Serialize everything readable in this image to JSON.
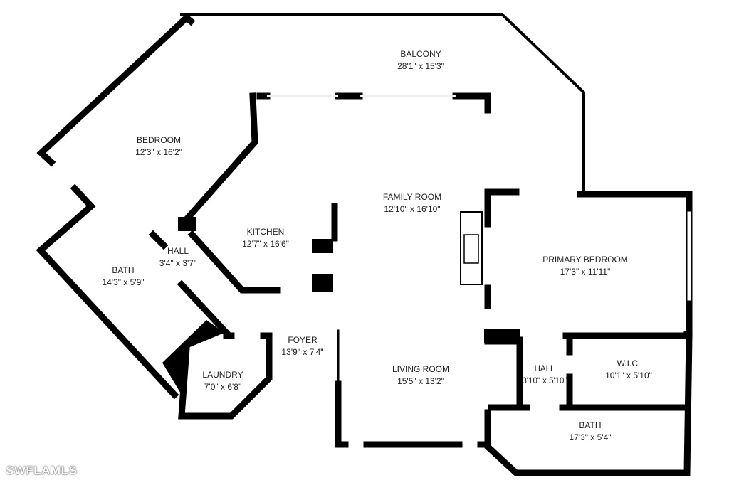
{
  "rooms": [
    {
      "name": "BALCONY",
      "size": "28'1\" x 15'3\""
    },
    {
      "name": "BEDROOM",
      "size": "12'3\" x 16'2\""
    },
    {
      "name": "FAMILY ROOM",
      "size": "12'10\" x 16'10\""
    },
    {
      "name": "KITCHEN",
      "size": "12'7\" x 16'6\""
    },
    {
      "name": "HALL",
      "size": "3'4\" x 3'7\""
    },
    {
      "name": "BATH",
      "size": "14'3\" x 5'9\""
    },
    {
      "name": "PRIMARY BEDROOM",
      "size": "17'3\" x 11'11\""
    },
    {
      "name": "FOYER",
      "size": "13'9\" x 7'4\""
    },
    {
      "name": "LAUNDRY",
      "size": "7'0\" x 6'8\""
    },
    {
      "name": "LIVING ROOM",
      "size": "15'5\" x 13'2\""
    },
    {
      "name": "HALL",
      "size": "3'10\" x 5'10\""
    },
    {
      "name": "W.I.C.",
      "size": "10'1\" x 5'10\""
    },
    {
      "name": "BATH",
      "size": "17'3\" x 5'4\""
    }
  ],
  "watermark": "SWFLAMLS",
  "colors": {
    "wall": "#000000",
    "background": "#ffffff",
    "text": "#222222"
  }
}
